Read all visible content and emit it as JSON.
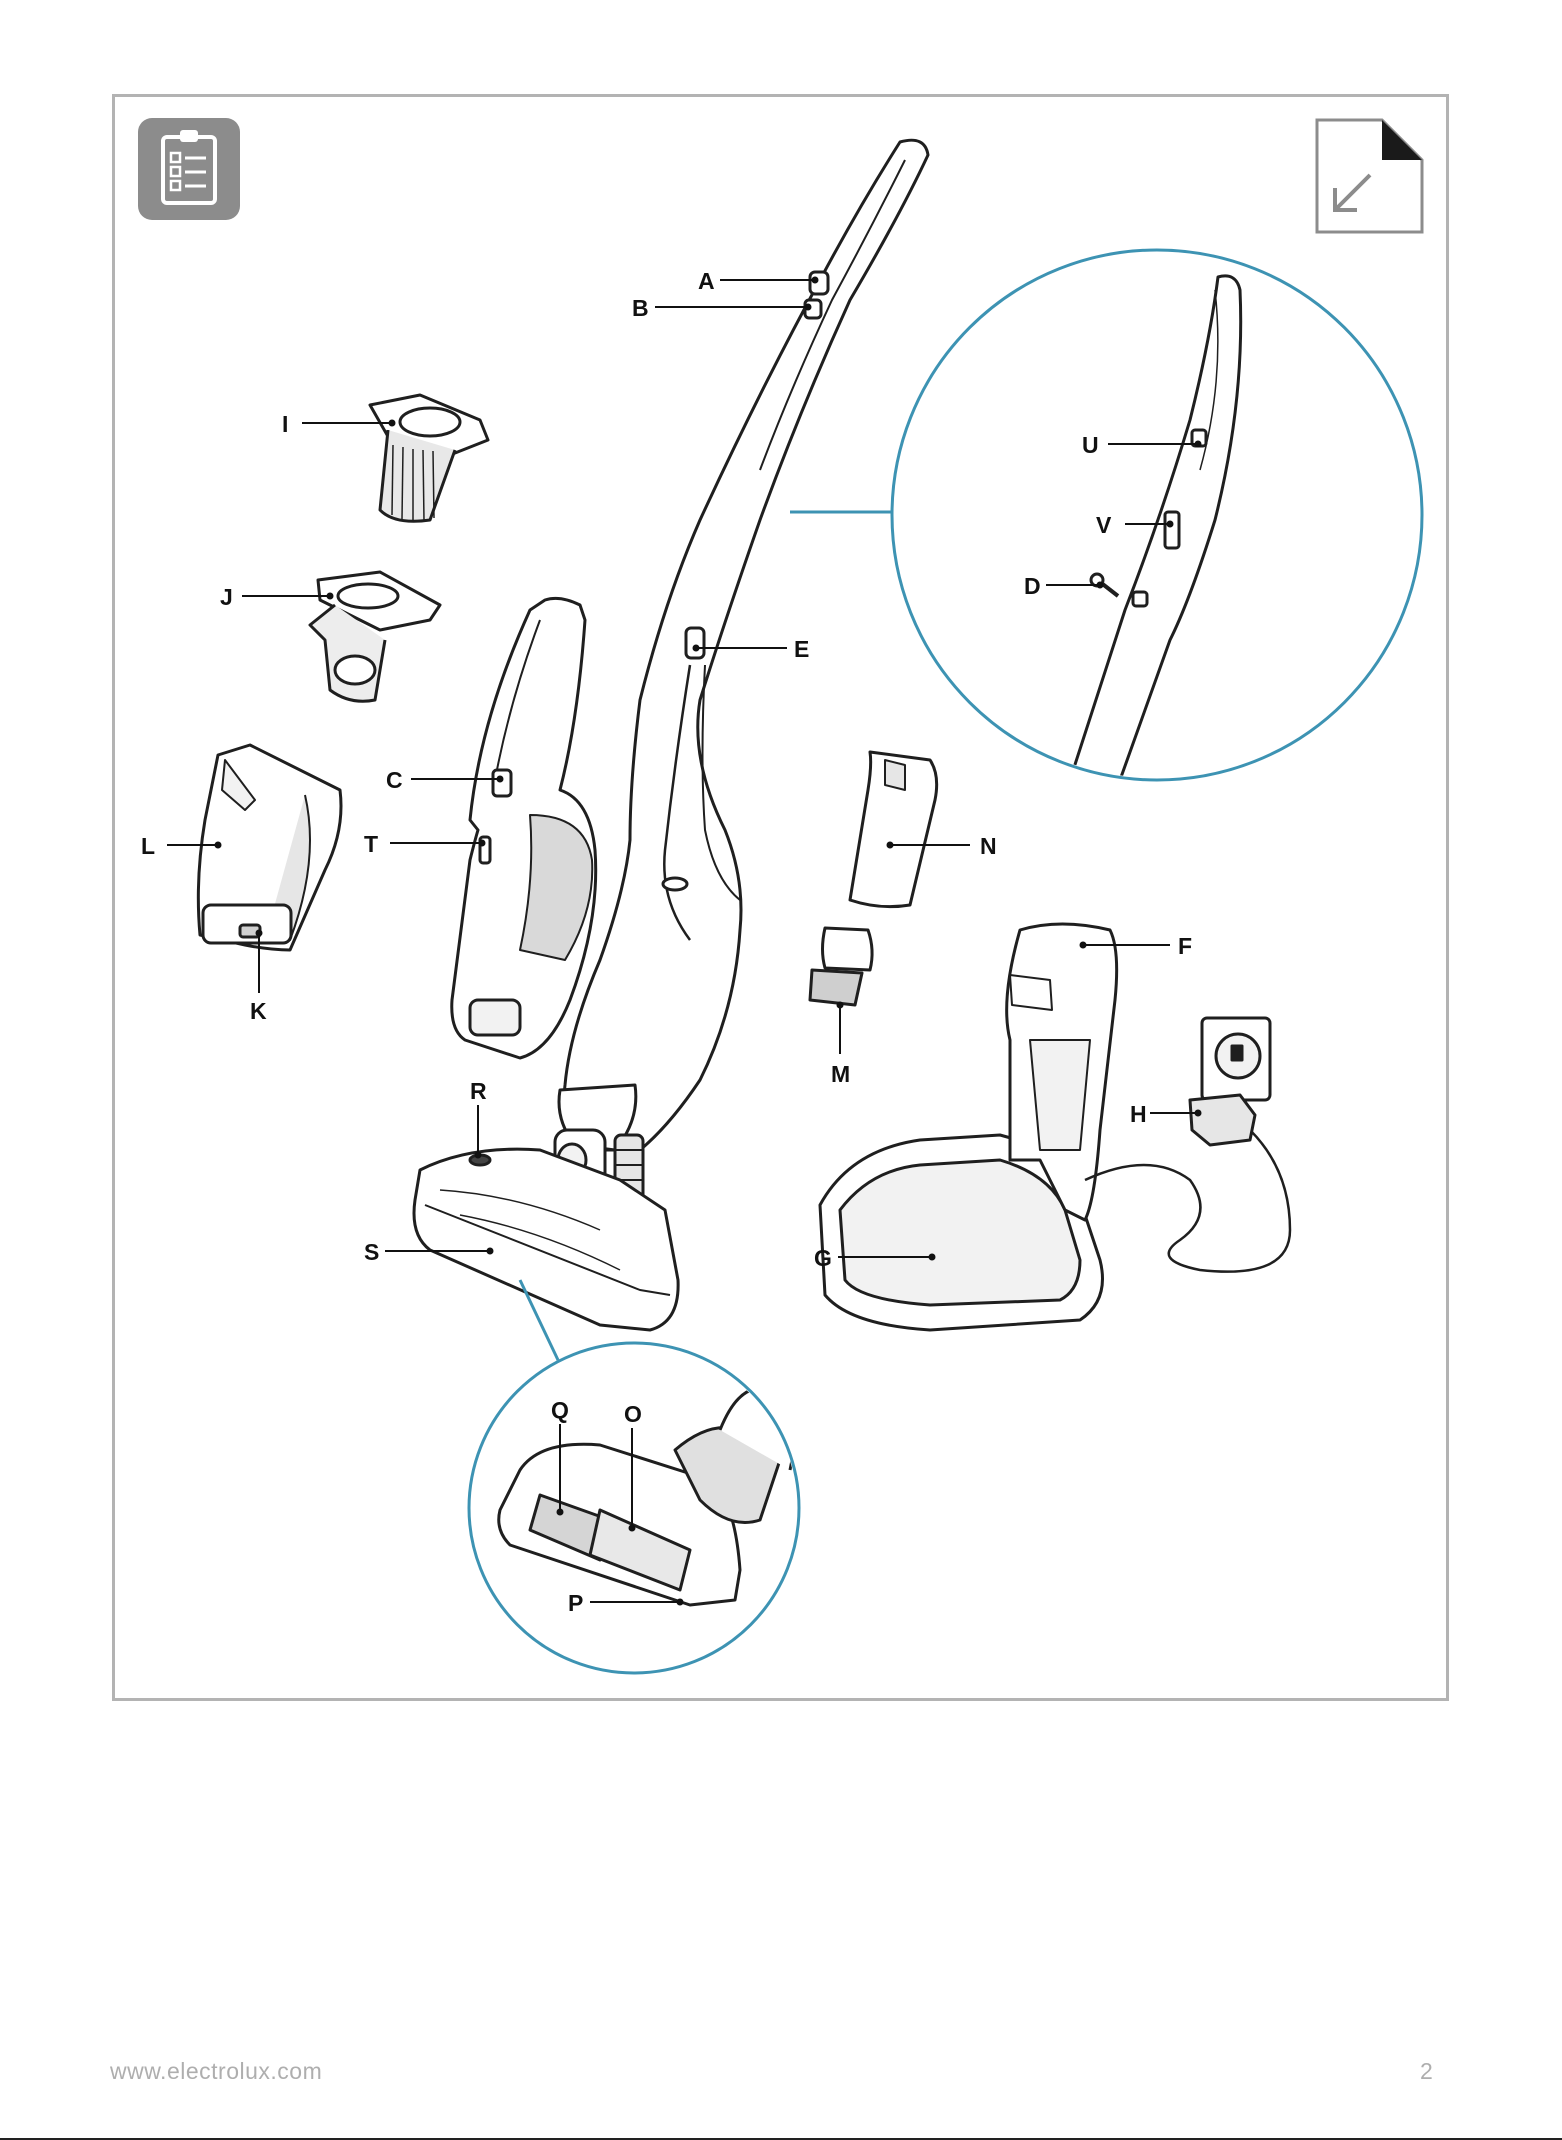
{
  "page": {
    "footer_url": "www.electrolux.com",
    "page_number": "2"
  },
  "icons": {
    "checklist": "clipboard-checklist-icon",
    "corner": "page-corner-arrow-icon"
  },
  "colors": {
    "frame": "#b3b3b3",
    "callout_circle": "#3d93b3",
    "icon_tile": "#8c8c8c",
    "line_art": "#1f1f1f"
  },
  "labels": {
    "A": "A",
    "B": "B",
    "C": "C",
    "D": "D",
    "E": "E",
    "F": "F",
    "G": "G",
    "H": "H",
    "I": "I",
    "J": "J",
    "K": "K",
    "L": "L",
    "M": "M",
    "N": "N",
    "O": "O",
    "P": "P",
    "Q": "Q",
    "R": "R",
    "S": "S",
    "T": "T",
    "U": "U",
    "V": "V"
  }
}
